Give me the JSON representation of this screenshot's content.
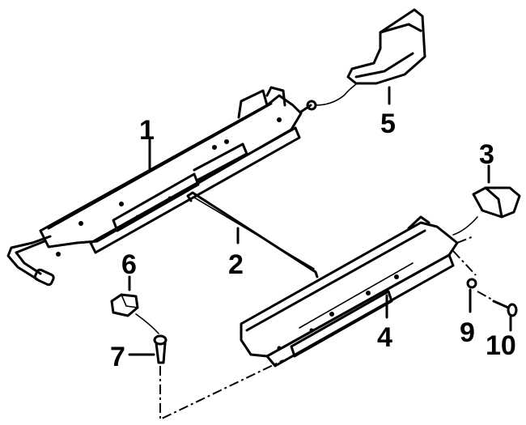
{
  "callouts": [
    {
      "id": "1",
      "label": "1"
    },
    {
      "id": "2",
      "label": "2"
    },
    {
      "id": "3",
      "label": "3"
    },
    {
      "id": "4",
      "label": "4"
    },
    {
      "id": "5",
      "label": "5"
    },
    {
      "id": "6",
      "label": "6"
    },
    {
      "id": "7",
      "label": "7"
    },
    {
      "id": "9",
      "label": "9"
    },
    {
      "id": "10",
      "label": "10"
    }
  ]
}
